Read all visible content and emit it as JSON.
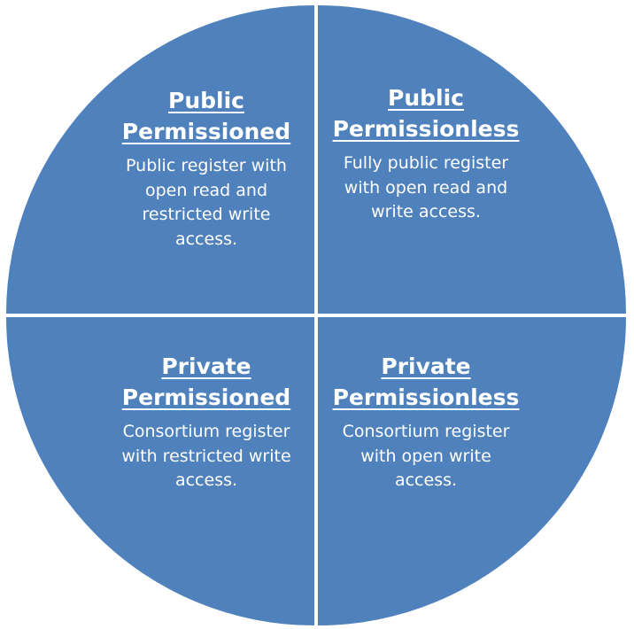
{
  "colors": {
    "fill": "#4f81bd",
    "divider": "#ffffff",
    "text": "#ffffff"
  },
  "quadrants": {
    "top_left": {
      "title_lines": [
        "Public",
        "Permissioned"
      ],
      "desc_lines": [
        "Public register with",
        "open read and",
        "restricted write",
        "access."
      ]
    },
    "top_right": {
      "title_lines": [
        "Public",
        "Permissionless"
      ],
      "desc_lines": [
        "Fully public register",
        "with open read and",
        "write access."
      ]
    },
    "bottom_left": {
      "title_lines": [
        "Private",
        "Permissioned"
      ],
      "desc_lines": [
        "Consortium register",
        "with restricted write",
        "access."
      ]
    },
    "bottom_right": {
      "title_lines": [
        "Private",
        "Permissionless"
      ],
      "desc_lines": [
        "Consortium register",
        "with open write",
        "access."
      ]
    }
  }
}
